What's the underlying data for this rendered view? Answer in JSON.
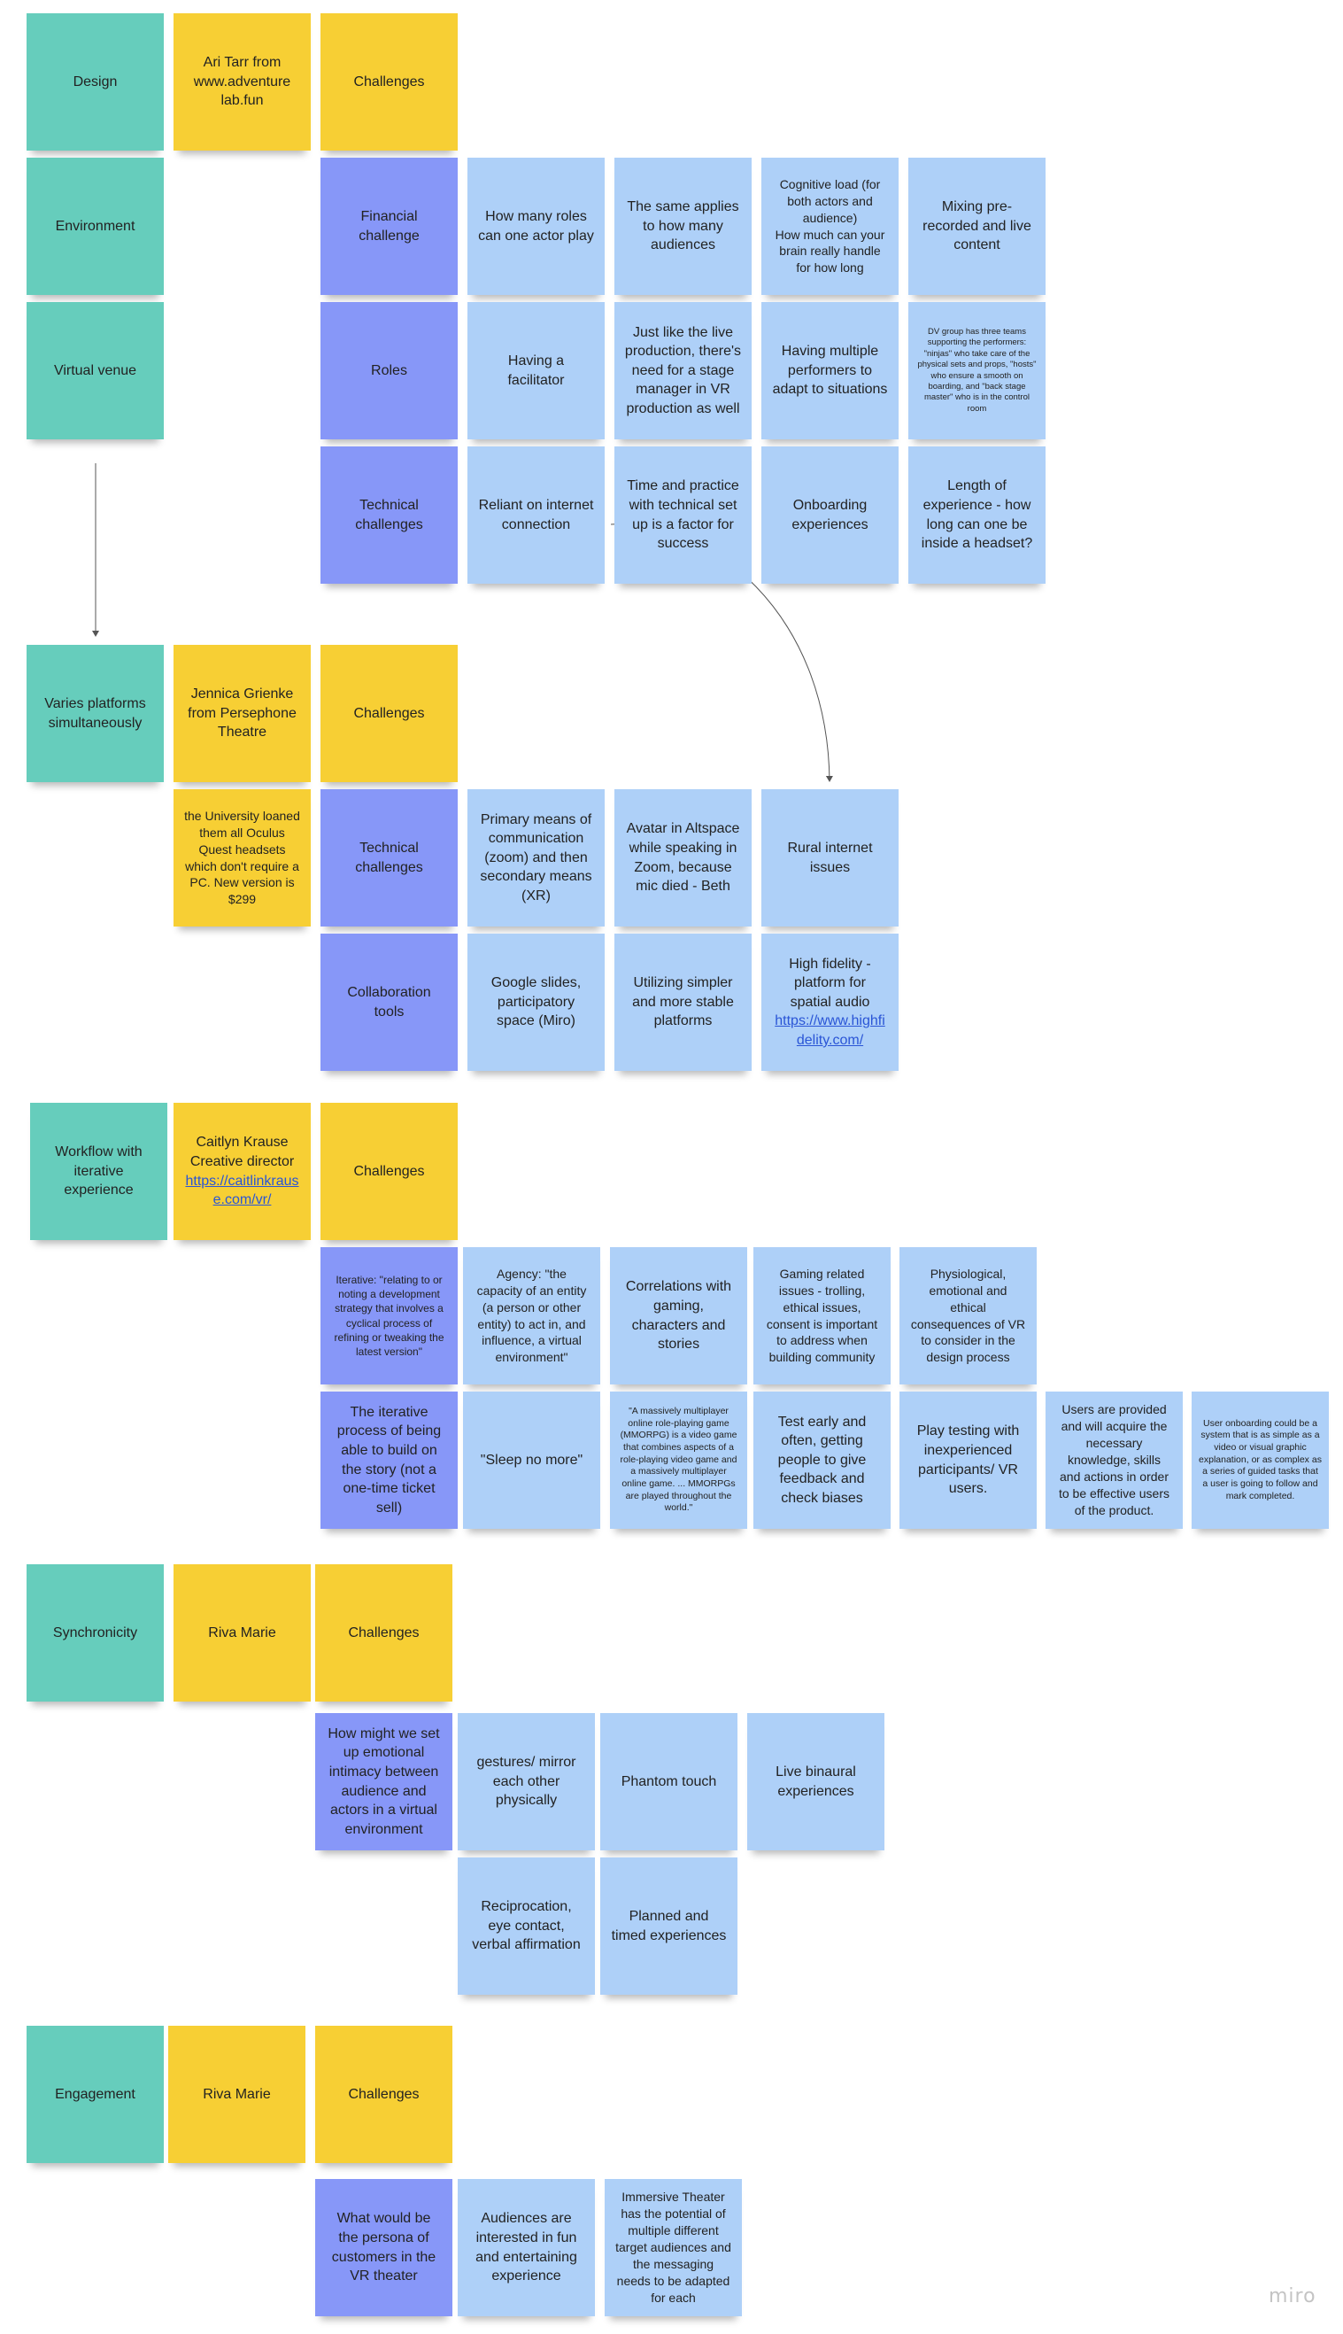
{
  "app": {
    "logo": "miro"
  },
  "notes": {
    "design": "Design",
    "ari": "Ari Tarr from www.adventure lab.fun",
    "challenges_1": "Challenges",
    "environment": "Environment",
    "financial": "Financial challenge",
    "how_many_roles": "How many roles can one actor play",
    "same_applies": "The same applies to how many audiences",
    "cognitive_load": "Cognitive load (for both actors and audience)\nHow much can your brain really handle for how long",
    "mixing": "Mixing pre-recorded and live content",
    "virtual_venue": "Virtual venue",
    "roles": "Roles",
    "facilitator": "Having a facilitator",
    "stage_manager": "Just like the live production, there's need for a stage manager in VR production as well",
    "multiple_performers": "Having multiple performers to adapt to situations",
    "dv_group": "DV group has three teams supporting the performers: \"ninjas\" who take care of the physical sets and props, \"hosts\" who ensure a smooth on boarding, and \"back stage master\" who is in the control room",
    "technical_1": "Technical challenges",
    "reliant_internet": "Reliant on internet connection",
    "time_practice": "Time and practice with technical set up is a factor for success",
    "onboarding": "Onboarding experiences",
    "length_experience": "Length of experience - how long can one be inside a headset?",
    "varies_platforms": "Varies platforms simultaneously",
    "jennica": "Jennica Grienke from Persephone Theatre",
    "challenges_2": "Challenges",
    "university": "the University loaned them all Oculus Quest headsets which don't require a PC. New version is $299",
    "technical_2": "Technical challenges",
    "primary_means": "Primary means of communication (zoom) and then secondary means (XR)",
    "avatar_altspace": "Avatar in Altspace while speaking in Zoom, because mic died - Beth",
    "rural_internet": "Rural internet issues",
    "collab_tools": "Collaboration tools",
    "google_slides": "Google slides, participatory space (Miro)",
    "utilizing_simpler": "Utilizing simpler and more stable platforms",
    "high_fidelity_text": "High fidelity - platform for spatial audio",
    "high_fidelity_link": "https://www.highfidelity.com/",
    "workflow": "Workflow with iterative experience",
    "caitlyn_text": "Caitlyn Krause Creative director",
    "caitlyn_link": "https://caitlinkrause.com/vr/",
    "challenges_3": "Challenges",
    "iterative_def": "Iterative: \"relating to or noting a development strategy that involves a cyclical process of refining or tweaking the latest version\"",
    "agency": "Agency: \"the capacity of an entity (a person or other entity) to act in, and influence, a virtual environment\"",
    "correlations": "Correlations with gaming, characters and stories",
    "gaming_issues": "Gaming related issues - trolling, ethical issues, consent is important to address when building community",
    "physiological": "Physiological, emotional and ethical consequences of VR to consider in the design process",
    "iterative_process": "The iterative process of being able to build on the story (not a one-time ticket sell)",
    "sleep_no_more": "\"Sleep no more\"",
    "mmorpg": "\"A massively multiplayer online role-playing game (MMORPG) is a video game that combines aspects of a role-playing video game and a massively multiplayer online game. ... MMORPGs are played throughout the world.\"",
    "test_early": "Test early and often, getting people to give feedback and check biases",
    "play_testing": "Play testing with inexperienced participants/ VR users.",
    "users_provided": "Users are provided and will acquire the necessary knowledge, skills and actions in order to be effective users of the product.",
    "user_onboarding": "User onboarding could be a system that is as simple as a video or visual graphic explanation, or as complex as a series of guided tasks that a user is going to follow and mark completed.",
    "synchronicity": "Synchronicity",
    "riva_1": "Riva Marie",
    "challenges_4": "Challenges",
    "emotional_intimacy": "How might we set up emotional intimacy between audience and actors in a virtual environment",
    "gestures": "gestures/ mirror each other physically",
    "phantom_touch": "Phantom touch",
    "live_binaural": "Live binaural experiences",
    "reciprocation": "Reciprocation, eye contact, verbal affirmation",
    "planned_timed": "Planned and timed experiences",
    "engagement": "Engagement",
    "riva_2": "Riva Marie",
    "challenges_5": "Challenges",
    "persona": "What would be the persona of customers in the VR theater",
    "audiences_fun": "Audiences are interested in fun and entertaining experience",
    "immersive": "Immersive Theater has the potential of multiple different target audiences and the messaging needs to be adapted for each"
  },
  "colors": {
    "teal": "#66cdbc",
    "yellow": "#f7cf34",
    "purple": "#8797f8",
    "blue": "#aed0f8",
    "link": "#2a55d6"
  }
}
